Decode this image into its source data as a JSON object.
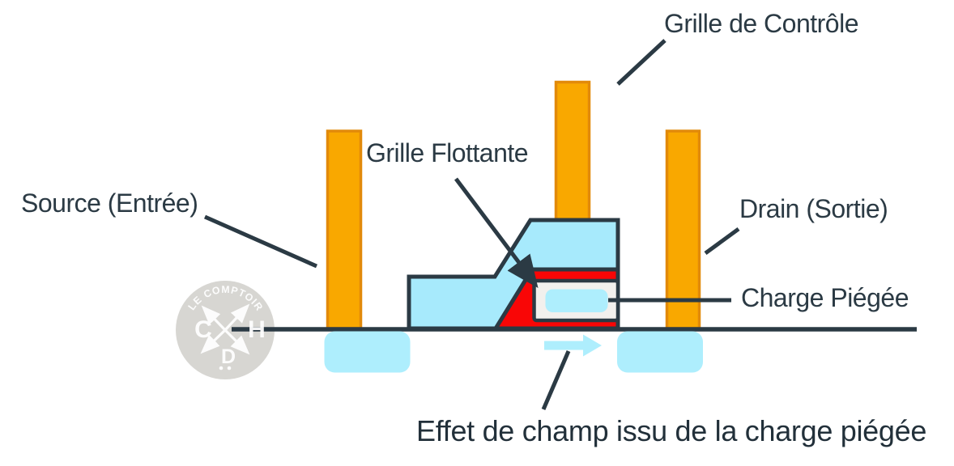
{
  "labels": {
    "control_gate": "Grille de Contrôle",
    "floating_gate": "Grille Flottante",
    "source": "Source (Entrée)",
    "drain": "Drain (Sortie)",
    "trapped_charge": "Charge Piégée",
    "field_effect": "Effet de champ issu de la charge piégée"
  },
  "watermark": {
    "arc_text": "LE COMPTOIR",
    "letter_left": "C",
    "letter_right": "H",
    "letter_bottom": "D"
  },
  "colors": {
    "outline_dark": "#2b3a44",
    "gate_orange_fill": "#f9a800",
    "gate_orange_border": "#e28a0a",
    "structure_cyan": "#a7eafc",
    "diffusion_cyan": "#aeeefd",
    "oxide_red": "#f90606",
    "charge_box_white": "#f2f0ed",
    "watermark_gray": "#d7d6d2"
  }
}
